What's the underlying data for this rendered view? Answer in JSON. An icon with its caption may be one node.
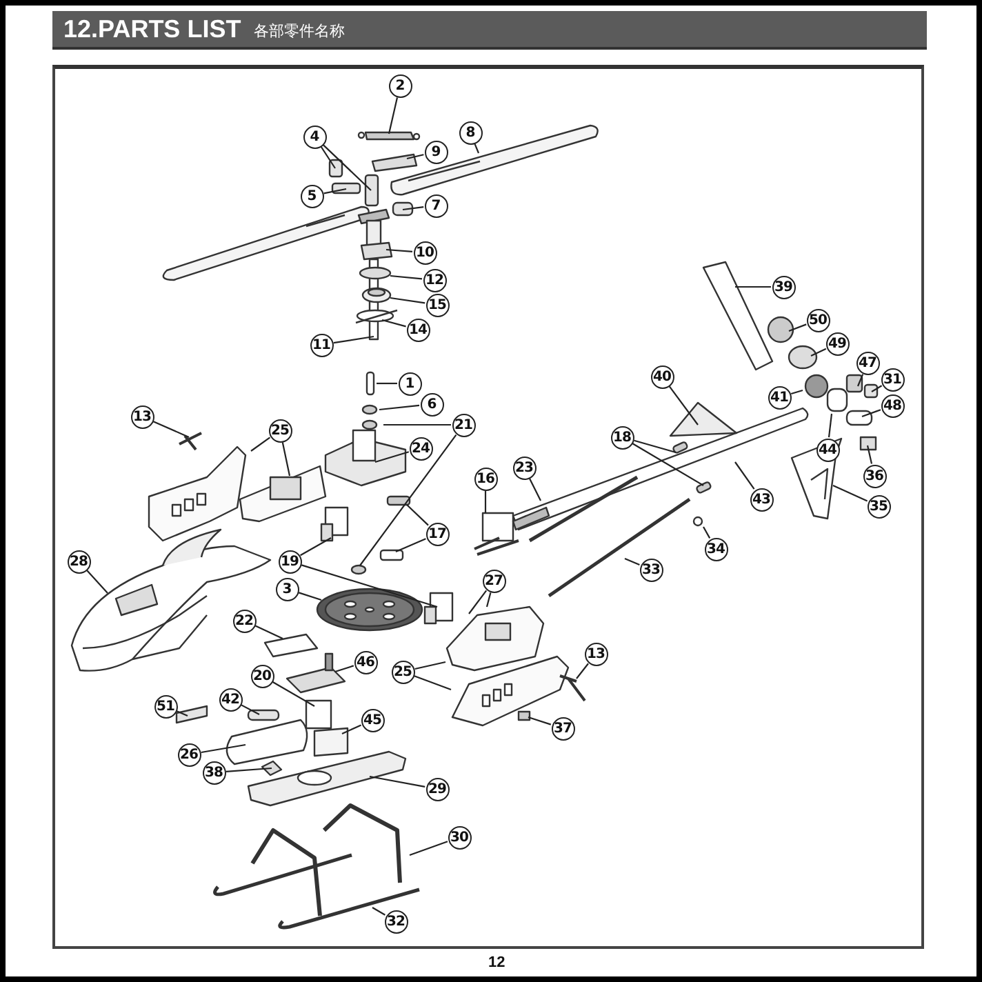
{
  "diagram": {
    "title": "12.PARTS LIST",
    "nodes": [
      {
        "text": [
          "2"
        ]
      },
      {
        "text": [
          "8"
        ]
      },
      {
        "text": [
          "4"
        ]
      },
      {
        "text": [
          "9"
        ]
      },
      {
        "text": [
          "5"
        ]
      },
      {
        "text": [
          "7"
        ]
      },
      {
        "text": [
          "10"
        ]
      },
      {
        "text": [
          "12"
        ]
      },
      {
        "text": [
          "39"
        ]
      },
      {
        "text": [
          "15"
        ]
      },
      {
        "text": [
          "50"
        ]
      },
      {
        "text": [
          "14"
        ]
      },
      {
        "text": [
          "11"
        ]
      },
      {
        "text": [
          "49"
        ]
      },
      {
        "text": [
          "47"
        ]
      },
      {
        "text": [
          "40"
        ]
      },
      {
        "text": [
          "31"
        ]
      },
      {
        "text": [
          "1"
        ]
      },
      {
        "text": [
          "41"
        ]
      },
      {
        "text": [
          "6"
        ]
      },
      {
        "text": [
          "48"
        ]
      },
      {
        "text": [
          "13"
        ]
      },
      {
        "text": [
          "21"
        ]
      },
      {
        "text": [
          "25"
        ]
      },
      {
        "text": [
          "18"
        ]
      },
      {
        "text": [
          "44"
        ]
      },
      {
        "text": [
          "24"
        ]
      },
      {
        "text": [
          "23"
        ]
      },
      {
        "text": [
          "36"
        ]
      },
      {
        "text": [
          "16"
        ]
      },
      {
        "text": [
          "43"
        ]
      },
      {
        "text": [
          "35"
        ]
      },
      {
        "text": [
          "17"
        ]
      },
      {
        "text": [
          "34"
        ]
      },
      {
        "text": [
          "19"
        ]
      },
      {
        "text": [
          "28"
        ]
      },
      {
        "text": [
          "33"
        ]
      },
      {
        "text": [
          "27"
        ]
      },
      {
        "text": [
          "3"
        ]
      },
      {
        "text": [
          "22"
        ]
      },
      {
        "text": [
          "13"
        ]
      },
      {
        "text": [
          "46"
        ]
      },
      {
        "text": [
          "25"
        ]
      },
      {
        "text": [
          "20"
        ]
      },
      {
        "text": [
          "42"
        ]
      },
      {
        "text": [
          "51"
        ]
      },
      {
        "text": [
          "45"
        ]
      },
      {
        "text": [
          "37"
        ]
      },
      {
        "text": [
          "26"
        ]
      },
      {
        "text": [
          "38"
        ]
      },
      {
        "text": [
          "29"
        ]
      },
      {
        "text": [
          "30"
        ]
      },
      {
        "text": [
          "32"
        ]
      }
    ],
    "edges": [
      {
        "from": 0,
        "to": null,
        "arrow": "none"
      },
      {
        "from": 1,
        "to": null,
        "arrow": "none"
      },
      {
        "from": 2,
        "to": null,
        "arrow": "none"
      },
      {
        "from": 2,
        "to": null,
        "arrow": "none"
      },
      {
        "from": 3,
        "to": null,
        "arrow": "none"
      },
      {
        "from": 4,
        "to": null,
        "arrow": "none"
      },
      {
        "from": 5,
        "to": null,
        "arrow": "none"
      },
      {
        "from": 6,
        "to": null,
        "arrow": "none"
      },
      {
        "from": 7,
        "to": null,
        "arrow": "none"
      },
      {
        "from": 8,
        "to": null,
        "arrow": "none"
      },
      {
        "from": 9,
        "to": null,
        "arrow": "none"
      },
      {
        "from": 10,
        "to": null,
        "arrow": "none"
      },
      {
        "from": 11,
        "to": null,
        "arrow": "none"
      },
      {
        "from": 12,
        "to": null,
        "arrow": "none"
      },
      {
        "from": 13,
        "to": null,
        "arrow": "none"
      },
      {
        "from": 14,
        "to": null,
        "arrow": "none"
      },
      {
        "from": 15,
        "to": null,
        "arrow": "none"
      },
      {
        "from": 16,
        "to": null,
        "arrow": "none"
      },
      {
        "from": 17,
        "to": null,
        "arrow": "none"
      },
      {
        "from": 18,
        "to": null,
        "arrow": "none"
      },
      {
        "from": 19,
        "to": null,
        "arrow": "none"
      },
      {
        "from": 20,
        "to": null,
        "arrow": "none"
      },
      {
        "from": 21,
        "to": null,
        "arrow": "none"
      },
      {
        "from": 22,
        "to": null,
        "arrow": "none"
      },
      {
        "from": 22,
        "to": null,
        "arrow": "none"
      },
      {
        "from": 23,
        "to": null,
        "arrow": "none"
      },
      {
        "from": 23,
        "to": null,
        "arrow": "none"
      },
      {
        "from": 24,
        "to": null,
        "arrow": "none"
      },
      {
        "from": 24,
        "to": null,
        "arrow": "none"
      },
      {
        "from": 25,
        "to": null,
        "arrow": "none"
      },
      {
        "from": 26,
        "to": null,
        "arrow": "none"
      },
      {
        "from": 27,
        "to": null,
        "arrow": "none"
      },
      {
        "from": 28,
        "to": null,
        "arrow": "none"
      },
      {
        "from": 29,
        "to": null,
        "arrow": "none"
      },
      {
        "from": 30,
        "to": null,
        "arrow": "none"
      },
      {
        "from": 31,
        "to": null,
        "arrow": "none"
      },
      {
        "from": 32,
        "to": null,
        "arrow": "none"
      },
      {
        "from": 32,
        "to": null,
        "arrow": "none"
      },
      {
        "from": 33,
        "to": null,
        "arrow": "none"
      },
      {
        "from": 34,
        "to": null,
        "arrow": "none"
      },
      {
        "from": 34,
        "to": null,
        "arrow": "none"
      },
      {
        "from": 35,
        "to": null,
        "arrow": "none"
      },
      {
        "from": 36,
        "to": null,
        "arrow": "none"
      },
      {
        "from": 37,
        "to": null,
        "arrow": "none"
      },
      {
        "from": 37,
        "to": null,
        "arrow": "none"
      },
      {
        "from": 38,
        "to": null,
        "arrow": "none"
      },
      {
        "from": 39,
        "to": null,
        "arrow": "none"
      },
      {
        "from": 40,
        "to": null,
        "arrow": "none"
      },
      {
        "from": 41,
        "to": null,
        "arrow": "none"
      },
      {
        "from": 42,
        "to": null,
        "arrow": "none"
      },
      {
        "from": 42,
        "to": null,
        "arrow": "none"
      },
      {
        "from": 43,
        "to": null,
        "arrow": "none"
      },
      {
        "from": 44,
        "to": null,
        "arrow": "none"
      },
      {
        "from": 45,
        "to": null,
        "arrow": "none"
      },
      {
        "from": 46,
        "to": null,
        "arrow": "none"
      },
      {
        "from": 47,
        "to": null,
        "arrow": "none"
      },
      {
        "from": 48,
        "to": null,
        "arrow": "none"
      },
      {
        "from": 49,
        "to": null,
        "arrow": "none"
      },
      {
        "from": 50,
        "to": null,
        "arrow": "none"
      },
      {
        "from": 51,
        "to": null,
        "arrow": "none"
      },
      {
        "from": 52,
        "to": null,
        "arrow": "none"
      }
    ],
    "labels": [
      "各部零件名称",
      "12"
    ]
  }
}
